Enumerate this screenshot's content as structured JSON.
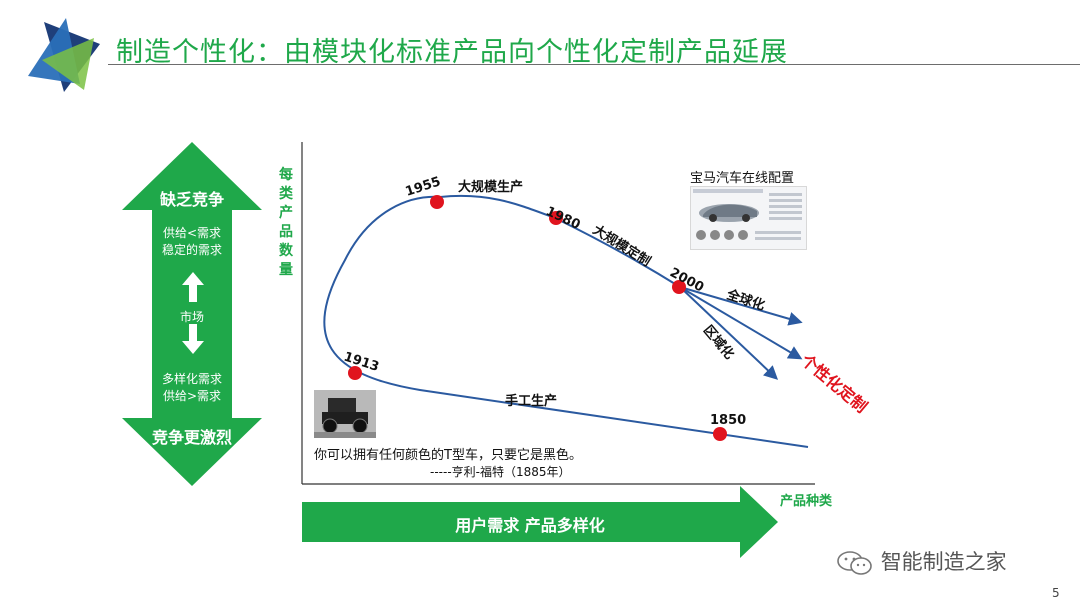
{
  "slide": {
    "title": "制造个性化：由模块化标准产品向个性化定制产品延展",
    "page_number": "5"
  },
  "left_arrow": {
    "top_label": "缺乏竞争",
    "supply_less": "供给<需求",
    "stable_demand": "稳定的需求",
    "market": "市场",
    "diversified_demand": "多样化需求",
    "supply_more": "供给>需求",
    "bottom_label": "竞争更激烈",
    "color": "#1fa84a"
  },
  "chart": {
    "y_axis_label": "每类产品数量",
    "x_axis_label": "产品种类",
    "bottom_arrow_label": "用户需求  产品多样化",
    "years": {
      "y1850": "1850",
      "y1913": "1913",
      "y1955": "1955",
      "y1980": "1980",
      "y2000": "2000"
    },
    "phases": {
      "handcraft": "手工生产",
      "mass_production": "大规模生产",
      "mass_customization": "大规模定制",
      "globalization": "全球化",
      "regionalization": "区域化",
      "personalized": "个性化定制"
    },
    "bmw_caption": "宝马汽车在线配置",
    "quote": "你可以拥有任何颜色的T型车，只要它是黑色。",
    "quote_attribution": "-----亨利-福特（1885年）",
    "point_color": "#e0141e",
    "curve_color": "#2b5aa0",
    "highlight_color": "#e0141e"
  },
  "watermark": "智能制造之家",
  "icons": {
    "logo": "triangle-logo-icon",
    "wechat": "wechat-icon",
    "updown": "up-down-arrow-icon"
  }
}
